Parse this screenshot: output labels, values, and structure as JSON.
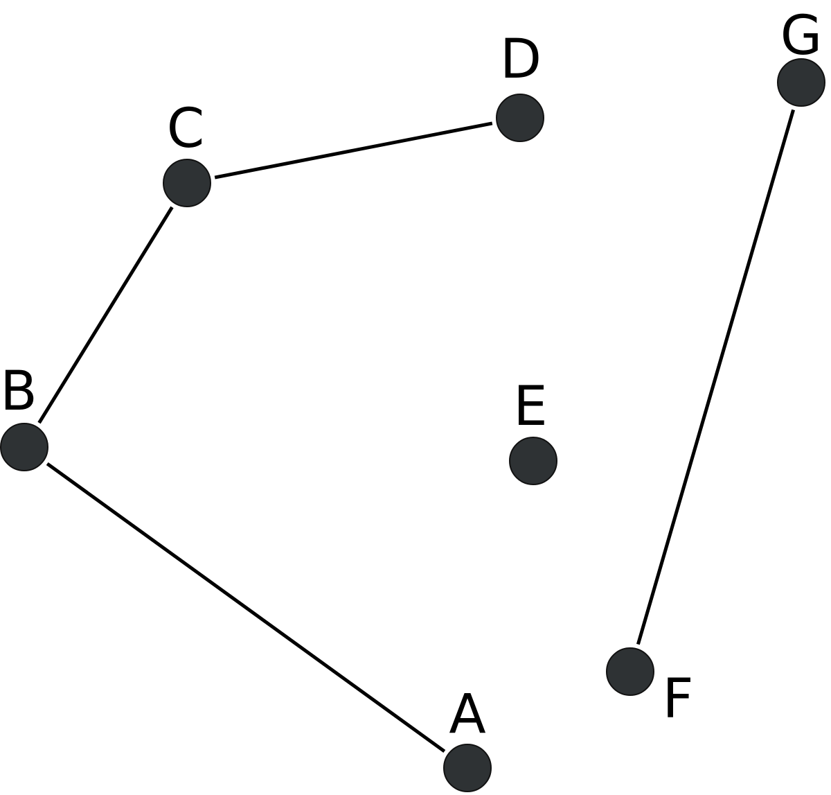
{
  "graph": {
    "node_color": "#2e3234",
    "edge_color": "#000000",
    "nodes": [
      {
        "id": "A",
        "label": "A"
      },
      {
        "id": "B",
        "label": "B"
      },
      {
        "id": "C",
        "label": "C"
      },
      {
        "id": "D",
        "label": "D"
      },
      {
        "id": "E",
        "label": "E"
      },
      {
        "id": "F",
        "label": "F"
      },
      {
        "id": "G",
        "label": "G"
      }
    ],
    "edges": [
      {
        "from": "B",
        "to": "A"
      },
      {
        "from": "B",
        "to": "C"
      },
      {
        "from": "C",
        "to": "D"
      },
      {
        "from": "F",
        "to": "G"
      }
    ]
  }
}
